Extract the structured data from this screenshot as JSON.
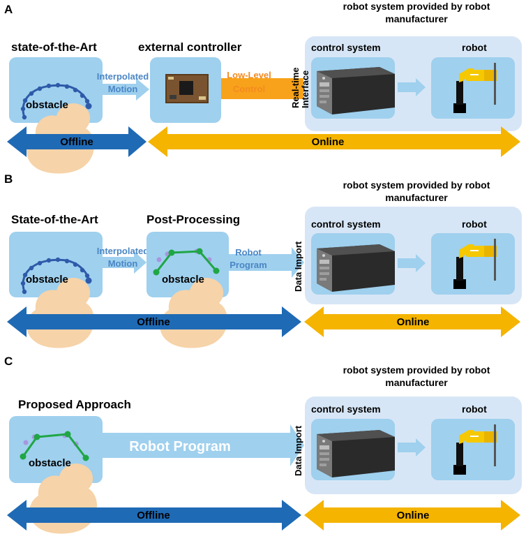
{
  "colors": {
    "panel": "#9fd0ee",
    "system_bg": "#d7e6f6",
    "arrow": "#9fd0ee",
    "blue_text": "#4a86c5",
    "orange_text": "#f58a20",
    "orange_bar": "#f7a21a",
    "offline_blue": "#1f6ab5",
    "online_gold": "#f4b400",
    "obstacle": "#f6d3a8",
    "path_blue": "#2e5aa9",
    "path_green": "#1fa645",
    "dot_purple": "#a896e0"
  },
  "panels": {
    "A": {
      "letter": "A",
      "system_title": "robot system provided by robot manufacturer",
      "state_label": "state-of-the-Art",
      "controller_label": "external controller",
      "arrow1_label": "Interpolated Motion",
      "arrow2_label": "Low-Level Control",
      "interface_label": "Real-time Interface",
      "control_system_label": "control system",
      "robot_label": "robot",
      "obstacle_label": "obstacle",
      "offline_label": "Offline",
      "online_label": "Online"
    },
    "B": {
      "letter": "B",
      "system_title": "robot system provided by robot manufacturer",
      "state_label": "State-of-the-Art",
      "post_label": "Post-Processing",
      "arrow1_label": "Interpolated Motion",
      "arrow2_label": "Robot Program",
      "import_label": "Data Import",
      "control_system_label": "control system",
      "robot_label": "robot",
      "obstacle_label": "obstacle",
      "obstacle2_label": "obstacle",
      "offline_label": "Offline",
      "online_label": "Online"
    },
    "C": {
      "letter": "C",
      "system_title": "robot system provided by robot manufacturer",
      "proposed_label": "Proposed Approach",
      "arrow_label": "Robot Program",
      "import_label": "Data Import",
      "control_system_label": "control system",
      "robot_label": "robot",
      "obstacle_label": "obstacle",
      "offline_label": "Offline",
      "online_label": "Online"
    }
  }
}
